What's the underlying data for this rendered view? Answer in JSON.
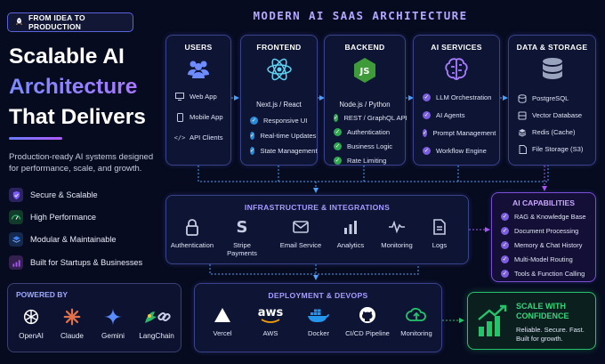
{
  "badge": {
    "label": "FROM IDEA TO PRODUCTION",
    "icon": "rocket-icon"
  },
  "hero": {
    "line1": "Scalable AI",
    "line2": "Architecture",
    "line3": "That Delivers"
  },
  "subtitle": "Production-ready AI systems designed for performance, scale, and growth.",
  "features": [
    {
      "label": "Secure & Scalable",
      "icon": "shield-check-icon",
      "color": "#7c5cff"
    },
    {
      "label": "High Performance",
      "icon": "speedometer-icon",
      "color": "#2fb86b"
    },
    {
      "label": "Modular & Maintainable",
      "icon": "layers-icon",
      "color": "#3b82f6"
    },
    {
      "label": "Built for Startups & Businesses",
      "icon": "growth-chart-icon",
      "color": "#a855f7"
    }
  ],
  "powered_by": {
    "title": "POWERED BY",
    "providers": [
      {
        "label": "OpenAI",
        "icon": "openai-icon"
      },
      {
        "label": "Claude",
        "icon": "claude-icon"
      },
      {
        "label": "Gemini",
        "icon": "gemini-icon"
      },
      {
        "label": "LangChain",
        "icon": "langchain-icon"
      }
    ]
  },
  "banner_title": "MODERN AI SAAS ARCHITECTURE",
  "columns": {
    "users": {
      "title": "USERS",
      "icon": "users-icon",
      "items": [
        "Web App",
        "Mobile App",
        "API Clients"
      ]
    },
    "frontend": {
      "title": "FRONTEND",
      "icon": "react-icon",
      "subtitle": "Next.js / React",
      "items": [
        "Responsive UI",
        "Real-time Updates",
        "State Management"
      ]
    },
    "backend": {
      "title": "BACKEND",
      "icon": "nodejs-icon",
      "subtitle": "Node.js / Python",
      "items": [
        "REST / GraphQL API",
        "Authentication",
        "Business Logic",
        "Rate Limiting"
      ]
    },
    "ai_services": {
      "title": "AI SERVICES",
      "icon": "brain-icon",
      "items": [
        "LLM Orchestration",
        "AI Agents",
        "Prompt Management",
        "Workflow Engine"
      ]
    },
    "data_storage": {
      "title": "DATA & STORAGE",
      "icon": "database-icon",
      "items": [
        "PostgreSQL",
        "Vector Database",
        "Redis (Cache)",
        "File Storage (S3)"
      ]
    }
  },
  "infrastructure": {
    "title": "INFRASTRUCTURE & INTEGRATIONS",
    "items": [
      {
        "label": "Authentication",
        "icon": "lock-icon"
      },
      {
        "label": "Stripe Payments",
        "icon": "stripe-icon"
      },
      {
        "label": "Email Service",
        "icon": "mail-icon"
      },
      {
        "label": "Analytics",
        "icon": "bar-chart-icon"
      },
      {
        "label": "Monitoring",
        "icon": "pulse-icon"
      },
      {
        "label": "Logs",
        "icon": "document-icon"
      }
    ]
  },
  "capabilities": {
    "title": "AI CAPABILITIES",
    "items": [
      "RAG & Knowledge Base",
      "Document Processing",
      "Memory & Chat History",
      "Multi-Model Routing",
      "Tools & Function Calling"
    ]
  },
  "deployment": {
    "title": "DEPLOYMENT & DEVOPS",
    "items": [
      {
        "label": "Vercel",
        "icon": "vercel-icon"
      },
      {
        "label": "AWS",
        "icon": "aws-icon",
        "logo_text": "aws"
      },
      {
        "label": "Docker",
        "icon": "docker-icon"
      },
      {
        "label": "CI/CD Pipeline",
        "icon": "github-icon"
      },
      {
        "label": "Monitoring",
        "icon": "cloud-upload-icon"
      }
    ]
  },
  "scale_box": {
    "title_line1": "SCALE WITH",
    "title_line2": "CONFIDENCE",
    "text_line1": "Reliable. Secure. Fast.",
    "text_line2": "Built for growth.",
    "icon": "growth-bars-icon"
  },
  "colors": {
    "background": "#070b1f",
    "accent_purple": "#8e7bff",
    "accent_blue": "#4aa3ff",
    "accent_green": "#25c36b",
    "card_border": "#39428a"
  }
}
